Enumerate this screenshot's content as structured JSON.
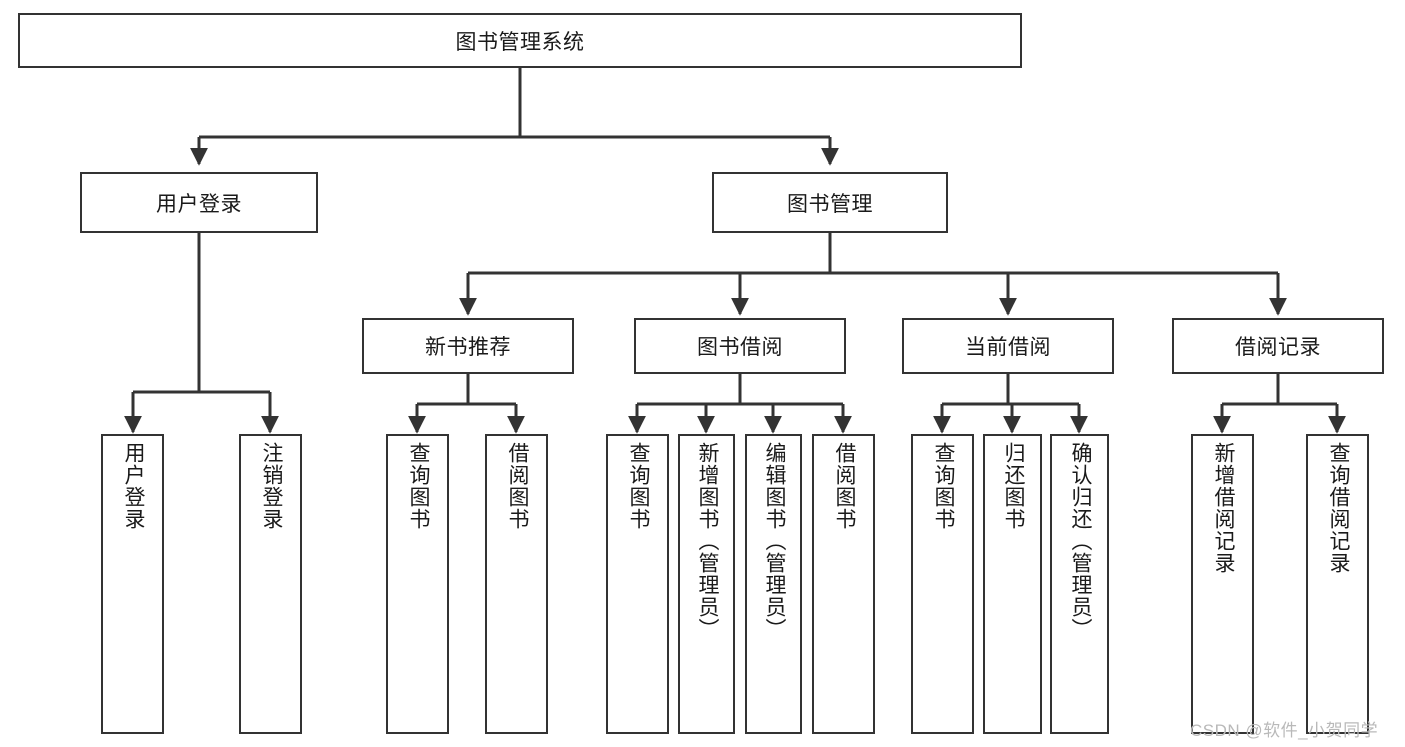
{
  "diagram": {
    "title_node": {
      "label": "图书管理系统"
    },
    "level2": [
      {
        "id": "user-login",
        "label": "用户登录"
      },
      {
        "id": "book-management",
        "label": "图书管理"
      }
    ],
    "level3": [
      {
        "id": "new-book-recommend",
        "label": "新书推荐"
      },
      {
        "id": "book-borrow",
        "label": "图书借阅"
      },
      {
        "id": "current-borrow",
        "label": "当前借阅"
      },
      {
        "id": "borrow-record",
        "label": "借阅记录"
      }
    ],
    "leaves": {
      "user_login": [
        {
          "id": "leaf-user-login",
          "label": "用户登录"
        },
        {
          "id": "leaf-logout-login",
          "label": "注销登录"
        }
      ],
      "new_book_recommend": [
        {
          "id": "leaf-query-book-1",
          "label": "查询图书"
        },
        {
          "id": "leaf-borrow-book-1",
          "label": "借阅图书"
        }
      ],
      "book_borrow": [
        {
          "id": "leaf-query-book-2",
          "label": "查询图书"
        },
        {
          "id": "leaf-add-book",
          "label": "新增图书（管理员）"
        },
        {
          "id": "leaf-edit-book",
          "label": "编辑图书（管理员）"
        },
        {
          "id": "leaf-borrow-book-2",
          "label": "借阅图书"
        }
      ],
      "current_borrow": [
        {
          "id": "leaf-query-book-3",
          "label": "查询图书"
        },
        {
          "id": "leaf-return-book",
          "label": "归还图书"
        },
        {
          "id": "leaf-confirm-return",
          "label": "确认归还（管理员）"
        }
      ],
      "borrow_record": [
        {
          "id": "leaf-add-record",
          "label": "新增借阅记录"
        },
        {
          "id": "leaf-query-record",
          "label": "查询借阅记录"
        }
      ]
    }
  },
  "watermark": {
    "text": "CSDN @软件_小贺同学"
  },
  "colors": {
    "stroke": "#333333",
    "background": "#ffffff",
    "text": "#1a1a1a",
    "watermark": "#b9b9b9"
  }
}
